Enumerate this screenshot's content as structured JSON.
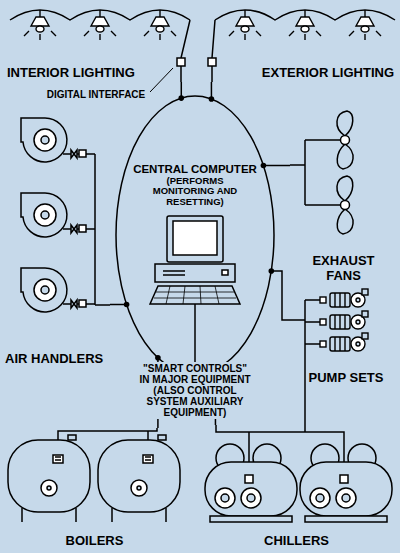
{
  "diagram": {
    "nodes": [
      {
        "text": [
          "INTERIOR LIGHTING"
        ]
      },
      {
        "text": [
          "EXTERIOR LIGHTING"
        ]
      },
      {
        "text": [
          "CENTRAL COMPUTER",
          "(PERFORMS MONITORING AND RESETTING)"
        ]
      },
      {
        "text": [
          "EXHAUST FANS"
        ]
      },
      {
        "text": [
          "AIR HANDLERS"
        ]
      },
      {
        "text": [
          "PUMP SETS"
        ]
      },
      {
        "text": [
          "BOILERS"
        ]
      },
      {
        "text": [
          "CHILLERS"
        ]
      }
    ],
    "edges": [
      {
        "from": 2,
        "to": 0,
        "arrow": "none"
      },
      {
        "from": 2,
        "to": 1,
        "arrow": "none"
      },
      {
        "from": 2,
        "to": 3,
        "arrow": "none"
      },
      {
        "from": 2,
        "to": 5,
        "arrow": "none"
      },
      {
        "from": 2,
        "to": 4,
        "arrow": "none"
      },
      {
        "from": 2,
        "to": 6,
        "arrow": "none"
      },
      {
        "from": 2,
        "to": 7,
        "arrow": "none"
      }
    ],
    "labels": [
      "DIGITAL INTERFACE",
      "\"SMART CONTROLS\" IN MAJOR EQUIPMENT (ALSO CONTROL SYSTEM AUXILIARY EQUIPMENT)"
    ]
  }
}
